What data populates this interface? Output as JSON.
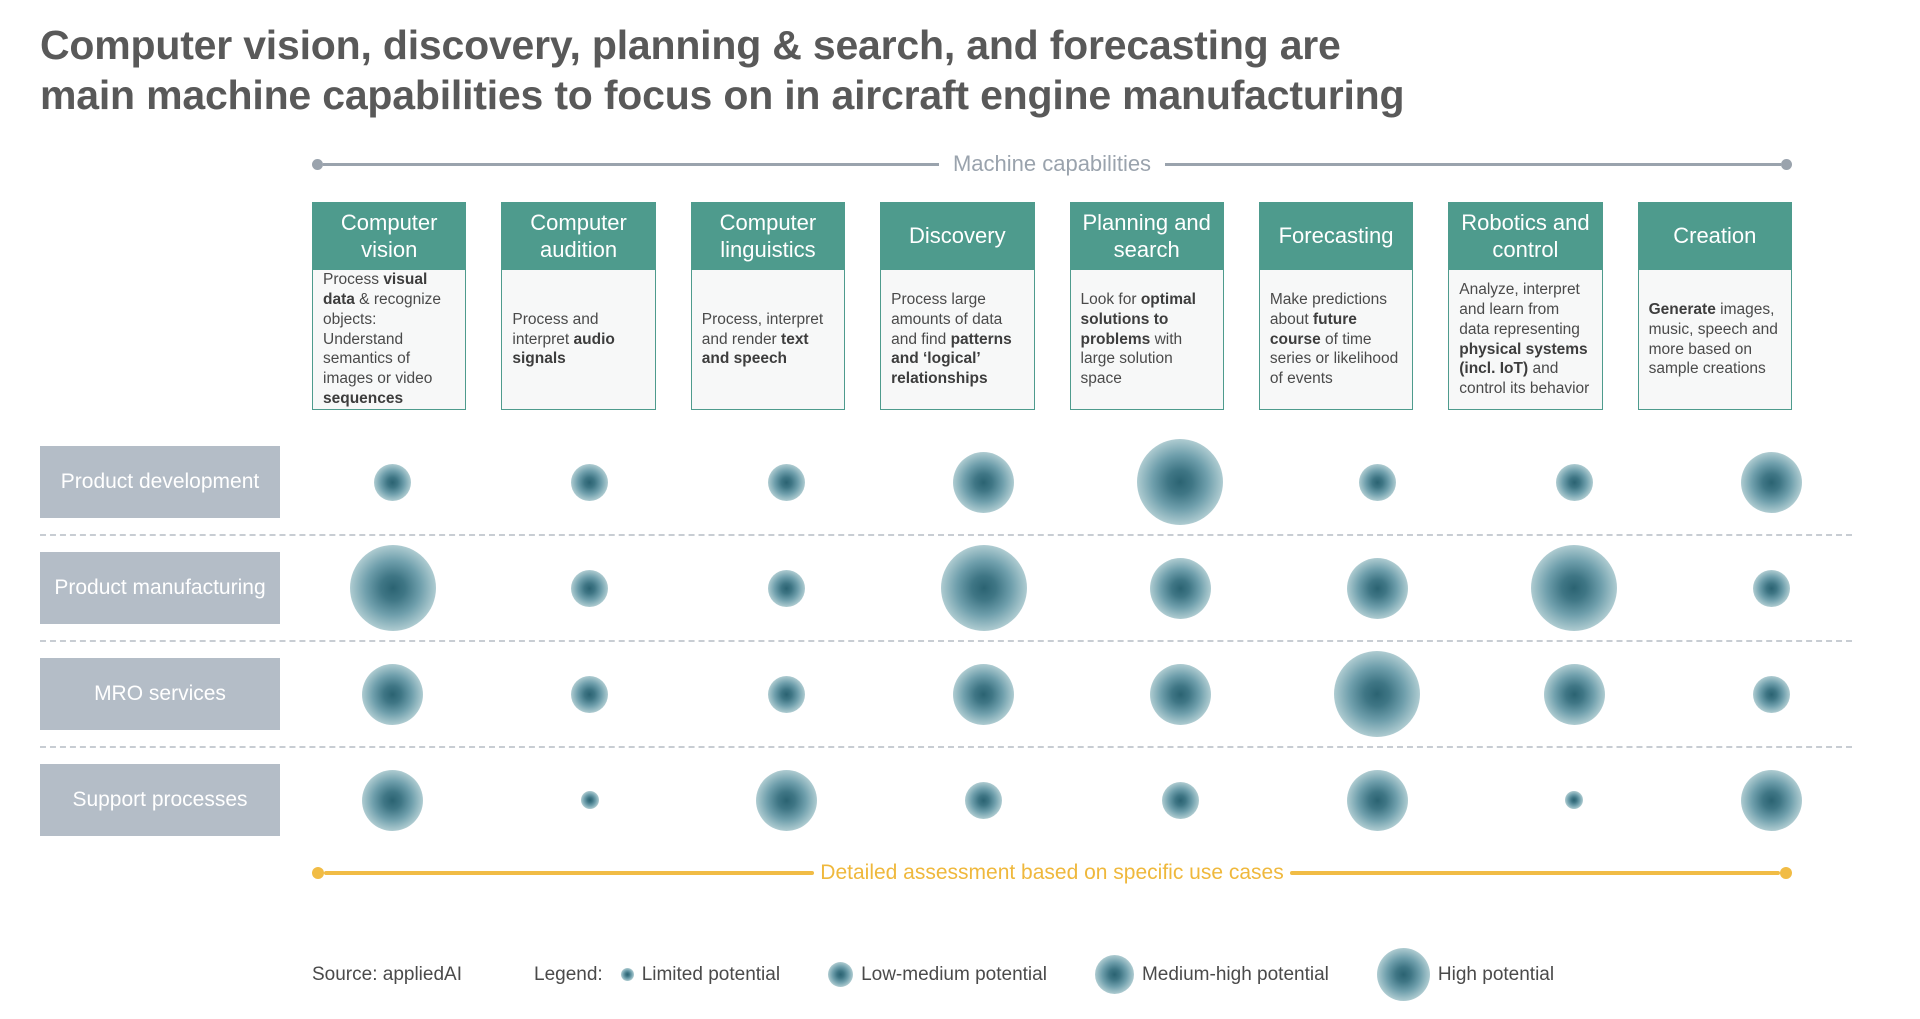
{
  "title": "Computer vision, discovery, planning & search, and forecasting are\nmain machine capabilities to focus on in aircraft engine manufacturing",
  "capabilities_label": "Machine capabilities",
  "columns": [
    {
      "name": "Computer vision",
      "description": [
        {
          "text": "Process "
        },
        {
          "text": "visual data",
          "bold": true
        },
        {
          "text": " & recognize objects: Understand semantics of images or video "
        },
        {
          "text": "sequences",
          "bold": true
        }
      ]
    },
    {
      "name": "Computer audition",
      "description": [
        {
          "text": "Process and interpret "
        },
        {
          "text": "audio signals",
          "bold": true
        }
      ]
    },
    {
      "name": "Computer linguistics",
      "description": [
        {
          "text": "Process, interpret and render "
        },
        {
          "text": "text and speech",
          "bold": true
        }
      ]
    },
    {
      "name": "Discovery",
      "description": [
        {
          "text": "Process large amounts of data and find "
        },
        {
          "text": "patterns and ‘logical’ relationships",
          "bold": true
        }
      ]
    },
    {
      "name": "Planning and search",
      "description": [
        {
          "text": "Look for "
        },
        {
          "text": "optimal solutions to problems",
          "bold": true
        },
        {
          "text": " with large solution space"
        }
      ]
    },
    {
      "name": "Forecasting",
      "description": [
        {
          "text": "Make predictions about "
        },
        {
          "text": "future course",
          "bold": true
        },
        {
          "text": " of time series or likelihood of events"
        }
      ]
    },
    {
      "name": "Robotics and control",
      "description": [
        {
          "text": "Analyze, interpret and learn from data representing "
        },
        {
          "text": "physical systems (incl. IoT)",
          "bold": true
        },
        {
          "text": " and control its behavior"
        }
      ]
    },
    {
      "name": "Creation",
      "description": [
        {
          "text": "Generate",
          "bold": true
        },
        {
          "text": " images, music, speech and more based on sample creations"
        }
      ]
    }
  ],
  "assessment_label": "Detailed assessment based on specific use cases",
  "footer": {
    "source": "Source: appliedAI",
    "legend_label": "Legend:",
    "legend_items": [
      {
        "label": "Limited potential",
        "size": "limited"
      },
      {
        "label": "Low-medium potential",
        "size": "low-medium"
      },
      {
        "label": "Medium-high potential",
        "size": "medium-high"
      },
      {
        "label": "High potential",
        "size": "high"
      }
    ]
  },
  "colors": {
    "accent_teal": "#4E9B8D",
    "bubble_teal_dark": "#2B6372",
    "row_label_gray": "#B4BDC7",
    "bracket_gray": "#9AA3AD",
    "assessment_yellow": "#F1BC45",
    "title_gray": "#595959"
  },
  "chart_data": {
    "type": "bubble-matrix",
    "title": "Machine capability potential per process area in aircraft engine manufacturing",
    "x_categories": [
      "Computer vision",
      "Computer audition",
      "Computer linguistics",
      "Discovery",
      "Planning and search",
      "Forecasting",
      "Robotics and control",
      "Creation"
    ],
    "y_categories": [
      "Product development",
      "Product manufacturing",
      "MRO services",
      "Support processes"
    ],
    "size_scale": [
      "limited",
      "low-medium",
      "medium-high",
      "high"
    ],
    "values": [
      [
        "low-medium",
        "low-medium",
        "low-medium",
        "medium-high",
        "high",
        "low-medium",
        "low-medium",
        "medium-high"
      ],
      [
        "high",
        "low-medium",
        "low-medium",
        "high",
        "medium-high",
        "medium-high",
        "high",
        "low-medium"
      ],
      [
        "medium-high",
        "low-medium",
        "low-medium",
        "medium-high",
        "medium-high",
        "high",
        "medium-high",
        "low-medium"
      ],
      [
        "medium-high",
        "limited",
        "medium-high",
        "low-medium",
        "low-medium",
        "medium-high",
        "limited",
        "medium-high"
      ]
    ]
  }
}
